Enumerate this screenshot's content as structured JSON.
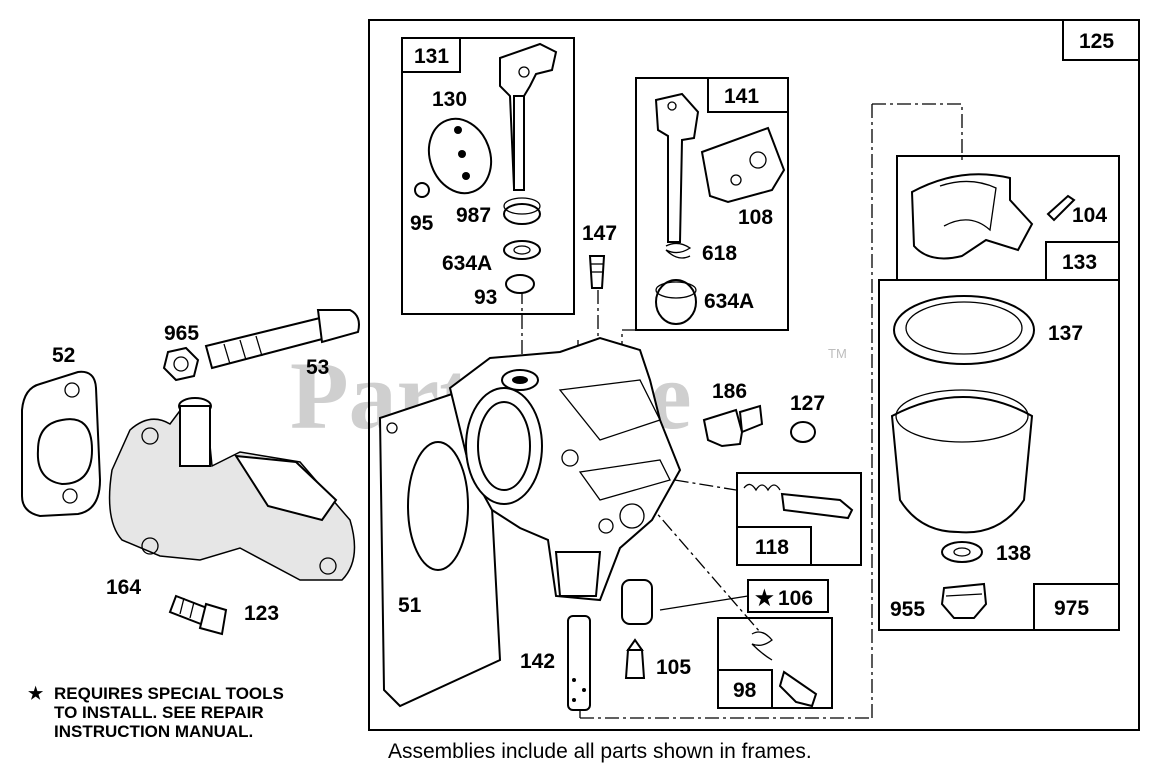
{
  "watermark": {
    "text": "PartsTree",
    "tm": "TM"
  },
  "parts": {
    "p52": "52",
    "p965": "965",
    "p53": "53",
    "p164": "164",
    "p123": "123",
    "p51": "51",
    "p130": "130",
    "p95": "95",
    "p987": "987",
    "p634a_1": "634A",
    "p93": "93",
    "p147": "147",
    "p618": "618",
    "p108": "108",
    "p634a_2": "634A",
    "p186": "186",
    "p127": "127",
    "p104": "104",
    "p137": "137",
    "p138": "138",
    "p955": "955",
    "p142": "142",
    "p105": "105"
  },
  "frames": {
    "f125": "125",
    "f131": "131",
    "f141": "141",
    "f133": "133",
    "f118": "118",
    "f106": "106",
    "f106_star": "★",
    "f98": "98",
    "f975": "975"
  },
  "note": {
    "star": "★",
    "line1": "REQUIRES SPECIAL TOOLS",
    "line2": "TO INSTALL.  SEE REPAIR",
    "line3": "INSTRUCTION MANUAL."
  },
  "caption": "Assemblies include all parts shown in frames."
}
